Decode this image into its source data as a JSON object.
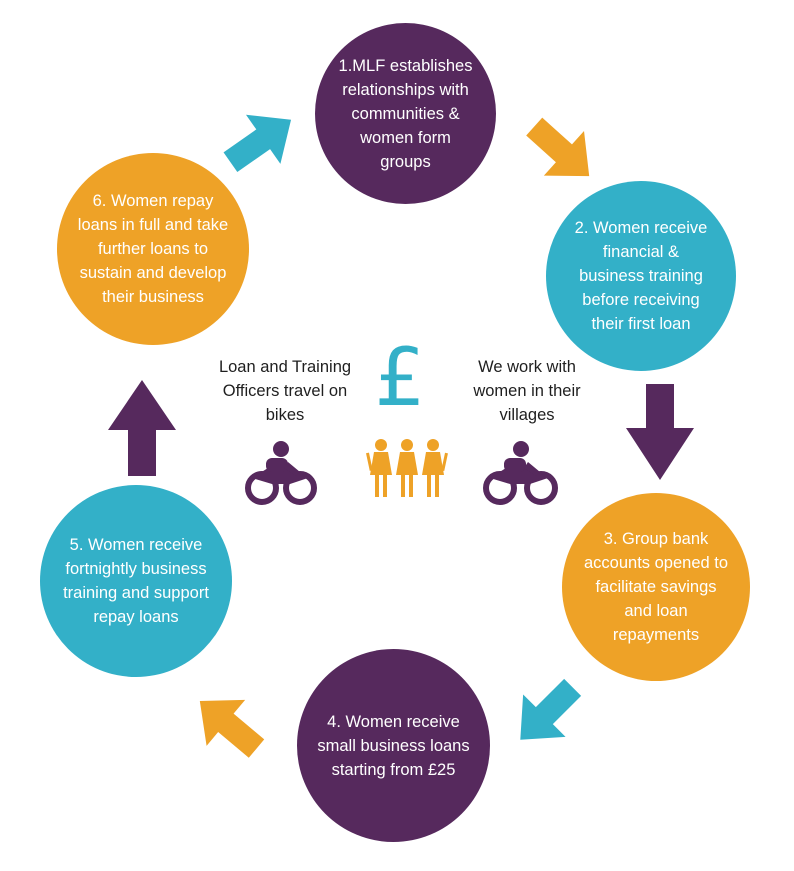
{
  "colors": {
    "purple": "#56295d",
    "teal": "#33b0c8",
    "orange": "#eea227",
    "text_dark": "#1f1f1f"
  },
  "steps": [
    {
      "text": "1.MLF establishes\nrelationships with\ncommunities &\nwomen form\ngroups",
      "color": "purple"
    },
    {
      "text": "2. Women receive\nfinancial &\nbusiness training\nbefore receiving\ntheir first loan",
      "color": "teal"
    },
    {
      "text": "3. Group bank\naccounts opened to\nfacilitate savings\nand loan\nrepayments",
      "color": "orange"
    },
    {
      "text": "4. Women receive\nsmall business loans\nstarting from £25",
      "color": "purple"
    },
    {
      "text": "5. Women receive\nfortnightly business\ntraining and support\nrepay loans",
      "color": "teal"
    },
    {
      "text": "6. Women repay\nloans in full and take\nfurther loans to\nsustain and develop\ntheir business",
      "color": "orange"
    }
  ],
  "center": {
    "left_text": "Loan and Training\nOfficers travel on\nbikes",
    "right_text": "We work with\nwomen in their\nvillages",
    "pound_symbol": "£"
  },
  "icons": [
    "motorbike-icon",
    "women-group-icon",
    "motorbike-icon"
  ]
}
